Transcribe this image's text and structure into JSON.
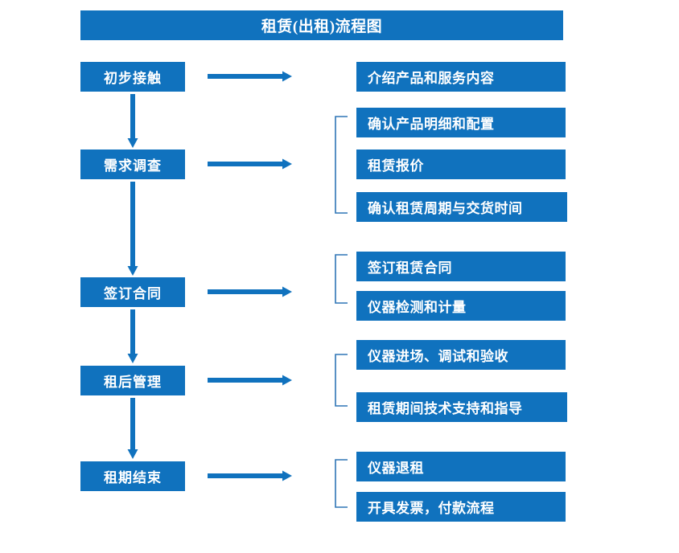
{
  "diagram": {
    "title": "租赁(出租)流程图",
    "accent_color": "#1072BE",
    "bracket_color": "#2E75B6",
    "text_color": "#FFFFFF",
    "background_color": "#FFFFFF"
  },
  "stages": [
    {
      "id": "stage-1",
      "label": "初步接触",
      "details": [
        "介绍产品和服务内容"
      ]
    },
    {
      "id": "stage-2",
      "label": "需求调查",
      "details": [
        "确认产品明细和配置",
        "租赁报价",
        "确认租赁周期与交货时间"
      ]
    },
    {
      "id": "stage-3",
      "label": "签订合同",
      "details": [
        "签订租赁合同",
        "仪器检测和计量"
      ]
    },
    {
      "id": "stage-4",
      "label": "租后管理",
      "details": [
        "仪器进场、调试和验收",
        "租赁期间技术支持和指导"
      ]
    },
    {
      "id": "stage-5",
      "label": "租期结束",
      "details": [
        "仪器退租",
        "开具发票，付款流程"
      ]
    }
  ],
  "connectors": {
    "horizontal_arrow_name": "right-arrow-icon",
    "vertical_arrow_name": "down-arrow-icon",
    "bracket_name": "bracket-icon"
  }
}
